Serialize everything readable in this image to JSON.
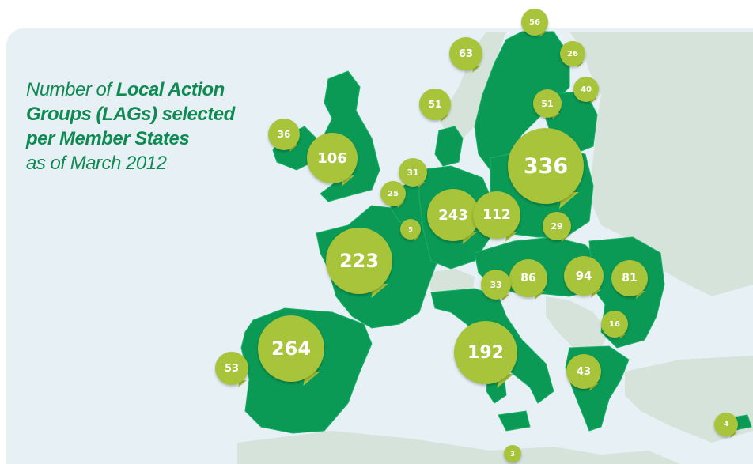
{
  "title": {
    "line1_prefix": "Number of ",
    "line1_bold": "Local Action",
    "line2": "Groups (LAGs) selected",
    "line3": "per Member States",
    "line4": "as of March 2012"
  },
  "colors": {
    "member_state": "#0b9a55",
    "non_member": "#d5e3db",
    "sea": "#e7f1f5",
    "bubble": "#a7c43a",
    "title": "#0f8a52"
  },
  "lag_counts": [
    {
      "country": "Sweden",
      "value": "63"
    },
    {
      "country": "Finland",
      "value": "56"
    },
    {
      "country": "Estonia",
      "value": "26"
    },
    {
      "country": "Latvia",
      "value": "40"
    },
    {
      "country": "Lithuania",
      "value": "51"
    },
    {
      "country": "Denmark",
      "value": "51"
    },
    {
      "country": "Ireland",
      "value": "36"
    },
    {
      "country": "United Kingdom",
      "value": "106"
    },
    {
      "country": "Netherlands",
      "value": "31"
    },
    {
      "country": "Belgium",
      "value": "25"
    },
    {
      "country": "Luxembourg",
      "value": "5"
    },
    {
      "country": "Germany",
      "value": "243"
    },
    {
      "country": "Poland",
      "value": "336"
    },
    {
      "country": "Czech Republic",
      "value": "112"
    },
    {
      "country": "Slovakia",
      "value": "29"
    },
    {
      "country": "France",
      "value": "223"
    },
    {
      "country": "Austria",
      "value": "86"
    },
    {
      "country": "Slovenia",
      "value": "33"
    },
    {
      "country": "Hungary",
      "value": "94"
    },
    {
      "country": "Romania",
      "value": "81"
    },
    {
      "country": "Bulgaria",
      "value": "16"
    },
    {
      "country": "Spain",
      "value": "264"
    },
    {
      "country": "Portugal",
      "value": "53"
    },
    {
      "country": "Italy",
      "value": "192"
    },
    {
      "country": "Greece",
      "value": "43"
    },
    {
      "country": "Malta",
      "value": "3"
    },
    {
      "country": "Cyprus",
      "value": "4"
    }
  ]
}
